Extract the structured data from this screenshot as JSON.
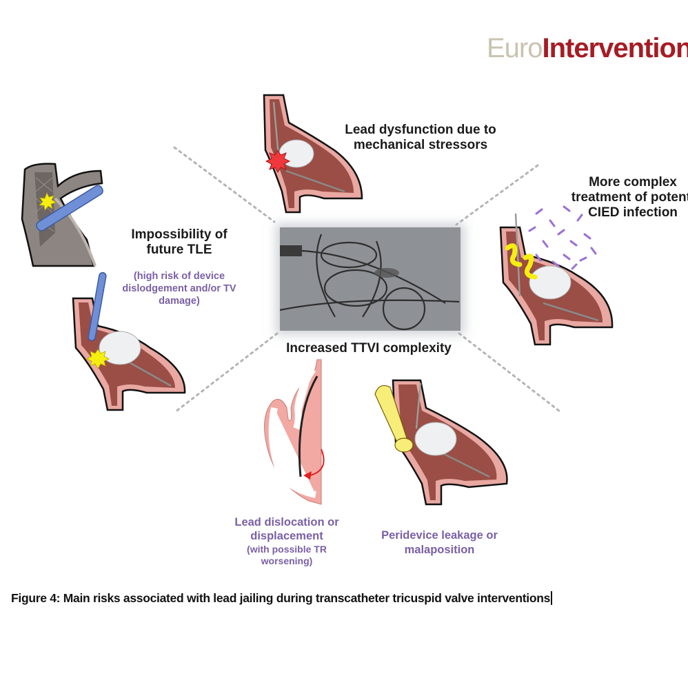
{
  "logo": {
    "part1": "Euro",
    "part2": "Intervention"
  },
  "center": {
    "label": "Increased TTVI complexity",
    "image": "fluoroscopy-image"
  },
  "risks": {
    "top": {
      "label_line1": "Lead dysfunction due to",
      "label_line2": "mechanical stressors"
    },
    "right": {
      "label_line1": "More complex",
      "label_line2": "treatment of potenti",
      "label_line3": "CIED infection"
    },
    "left": {
      "label_line1": "Impossibility of",
      "label_line2": "future TLE",
      "sub_line1": "(high risk of device",
      "sub_line2": "dislodgement and/or TV",
      "sub_line3": "damage)"
    },
    "bottom_left": {
      "label_line1": "Lead dislocation or",
      "label_line2": "displacement",
      "sub_line1": "(with possible TR",
      "sub_line2": "worsening)"
    },
    "bottom_right": {
      "label_line1": "Peridevice leakage or",
      "label_line2": "malaposition"
    }
  },
  "caption": "Figure 4: Main risks associated with lead jailing during transcatheter tricuspid valve interventions",
  "colors": {
    "brand_red": "#a51c24",
    "brand_beige": "#c9c3b0",
    "sub_purple": "#7a5fa6",
    "lead_blue": "#6f8fd6",
    "spark_yellow": "#f5ee10",
    "spark_red": "#f0383c",
    "tissue": "#9a4e45",
    "wall": "#eaa9a4"
  }
}
